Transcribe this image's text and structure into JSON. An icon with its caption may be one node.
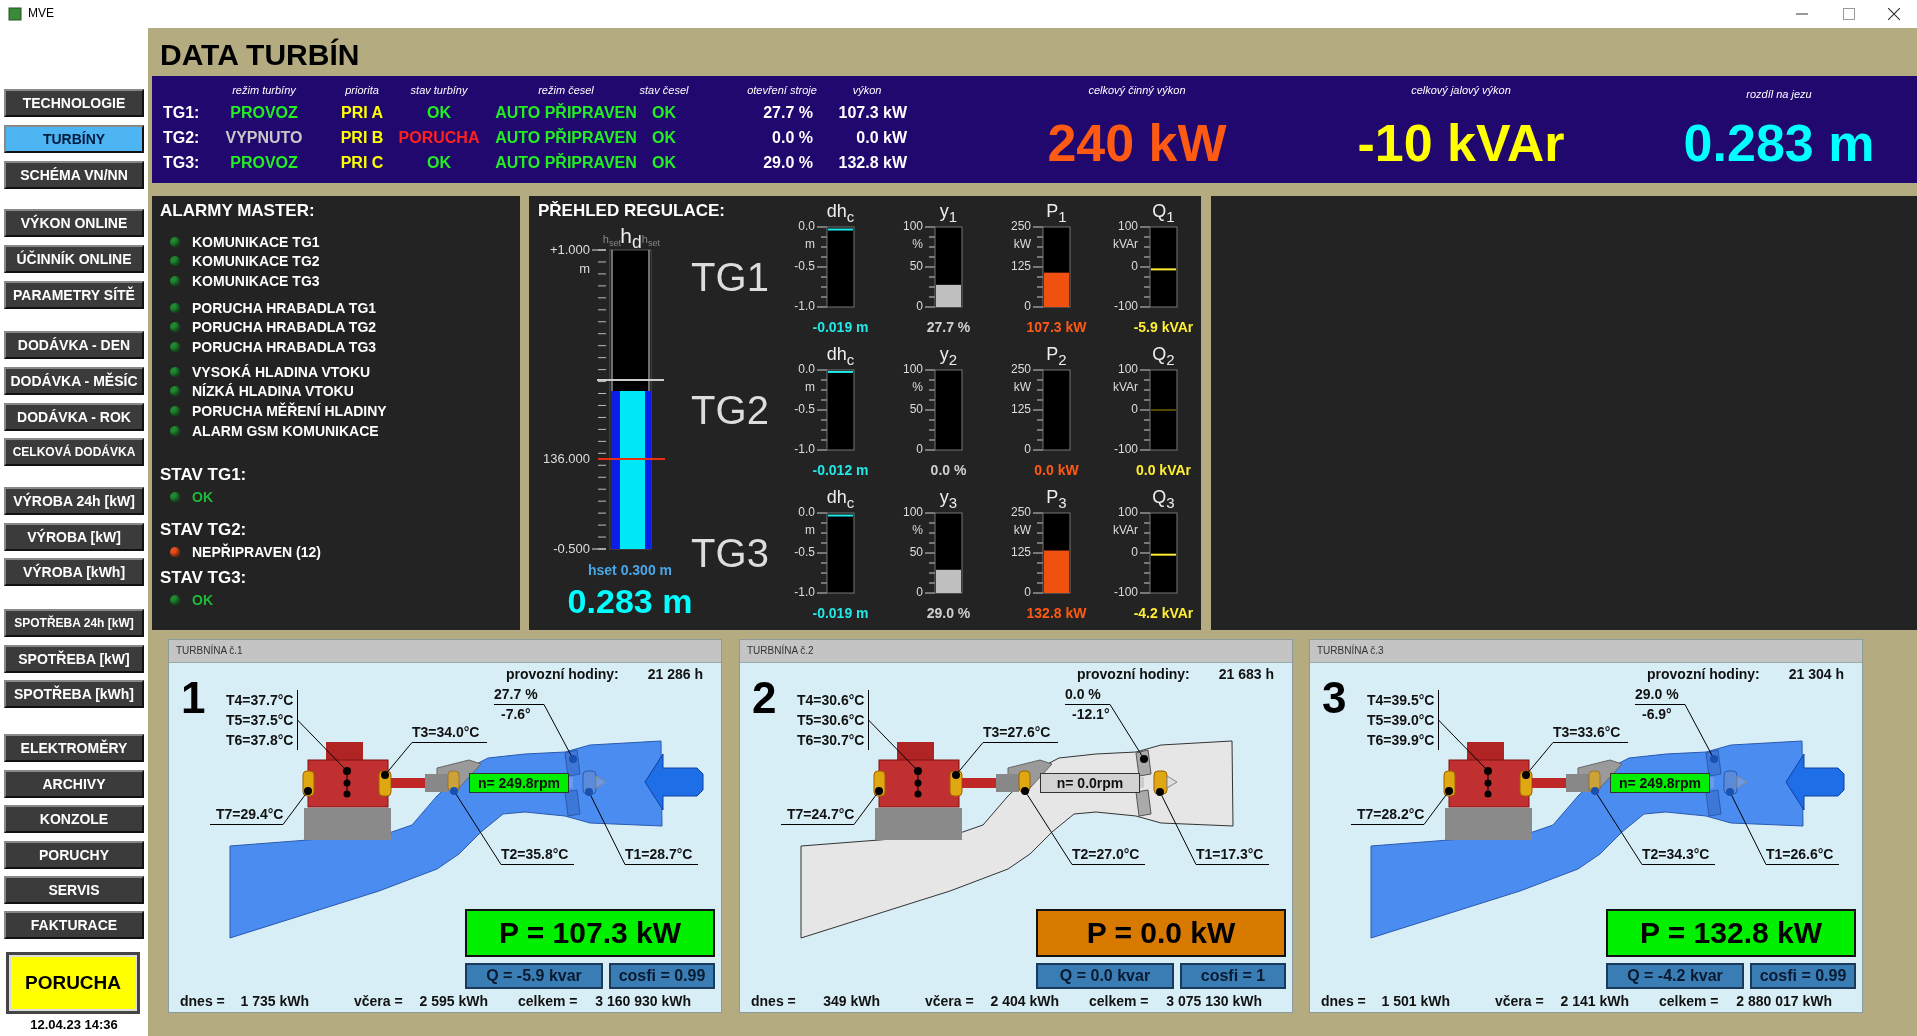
{
  "diagram": {
    "title": "DATA TURBÍN",
    "nodes": [
      {
        "text": [
          "T4=37.7°C",
          "T5=37.5°C",
          "T6=37.8°C"
        ]
      },
      {
        "text": [
          "T3=34.0°C"
        ]
      },
      {
        "text": [
          "T7=29.4°C"
        ]
      },
      {
        "text": [
          "27.7 %",
          "-7.6°"
        ]
      },
      {
        "text": [
          "T2=35.8°C"
        ]
      },
      {
        "text": [
          "T1=28.7°C"
        ]
      },
      {
        "text": [],
        "shape": "circle"
      },
      {
        "text": [],
        "shape": "circle"
      },
      {
        "text": [],
        "shape": "circle"
      },
      {
        "text": [],
        "shape": "circle"
      },
      {
        "text": [],
        "shape": "circle"
      },
      {
        "text": [],
        "shape": "circle"
      },
      {
        "text": [
          "T4=30.6°C",
          "T5=30.6°C",
          "T6=30.7°C"
        ]
      },
      {
        "text": [
          "T3=27.6°C"
        ]
      },
      {
        "text": [
          "T7=24.7°C"
        ]
      },
      {
        "text": [
          "0.0 %",
          "-12.1°"
        ]
      },
      {
        "text": [
          "T2=27.0°C"
        ]
      },
      {
        "text": [
          "T1=17.3°C"
        ]
      },
      {
        "text": [],
        "shape": "circle"
      },
      {
        "text": [],
        "shape": "circle"
      },
      {
        "text": [],
        "shape": "circle"
      },
      {
        "text": [],
        "shape": "circle"
      },
      {
        "text": [],
        "shape": "circle"
      },
      {
        "text": [],
        "shape": "circle"
      },
      {
        "text": [
          "T4=39.5°C",
          "T5=39.0°C",
          "T6=39.9°C"
        ]
      },
      {
        "text": [
          "T3=33.6°C"
        ]
      },
      {
        "text": [
          "T7=28.2°C"
        ]
      },
      {
        "text": [
          "29.0 %",
          "-6.9°"
        ]
      },
      {
        "text": [
          "T2=34.3°C"
        ]
      },
      {
        "text": [
          "T1=26.6°C"
        ]
      },
      {
        "text": [],
        "shape": "circle"
      },
      {
        "text": [],
        "shape": "circle"
      },
      {
        "text": [],
        "shape": "circle"
      },
      {
        "text": [],
        "shape": "circle"
      },
      {
        "text": [],
        "shape": "circle"
      },
      {
        "text": [],
        "shape": "circle"
      }
    ],
    "edges": [
      {
        "from": 0,
        "to": 6,
        "arrow": "none"
      },
      {
        "from": 1,
        "to": 7,
        "arrow": "none"
      },
      {
        "from": 2,
        "to": 8,
        "arrow": "none"
      },
      {
        "from": 3,
        "to": 9,
        "arrow": "none"
      },
      {
        "from": 4,
        "to": 10,
        "arrow": "none"
      },
      {
        "from": 5,
        "to": 11,
        "arrow": "none"
      },
      {
        "from": 12,
        "to": 18,
        "arrow": "none"
      },
      {
        "from": 13,
        "to": 19,
        "arrow": "none"
      },
      {
        "from": 14,
        "to": 20,
        "arrow": "none"
      },
      {
        "from": 15,
        "to": 21,
        "arrow": "none"
      },
      {
        "from": 16,
        "to": 22,
        "arrow": "none"
      },
      {
        "from": 17,
        "to": 23,
        "arrow": "none"
      },
      {
        "from": 24,
        "to": 30,
        "arrow": "none"
      },
      {
        "from": 25,
        "to": 31,
        "arrow": "none"
      },
      {
        "from": 26,
        "to": 32,
        "arrow": "none"
      },
      {
        "from": 27,
        "to": 33,
        "arrow": "none"
      },
      {
        "from": 28,
        "to": 34,
        "arrow": "none"
      },
      {
        "from": 29,
        "to": 35,
        "arrow": "none"
      }
    ],
    "labels": [
      "MVE",
      "TECHNOLOGIE",
      "TURBÍNY",
      "SCHÉMA VN/NN",
      "VÝKON ONLINE",
      "ÚČINNÍK ONLINE",
      "PARAMETRY SÍTĚ",
      "DODÁVKA - DEN",
      "DODÁVKA - MĚSÍC",
      "DODÁVKA - ROK",
      "CELKOVÁ DODÁVKA",
      "VÝROBA 24h [kW]",
      "VÝROBA [kW]",
      "VÝROBA [kWh]",
      "SPOTŘEBA 24h [kW]",
      "SPOTŘEBA [kW]",
      "SPOTŘEBA [kWh]",
      "ELEKTROMĚRY",
      "ARCHIVY",
      "KONZOLE",
      "PORUCHY",
      "SERVIS",
      "FAKTURACE",
      "PORUCHA",
      "12.04.23 14:36",
      "režim turbíny",
      "priorita",
      "stav turbíny",
      "režim česel",
      "stav česel",
      "otevření stroje",
      "výkon",
      "TG1:",
      "PROVOZ",
      "PRI A",
      "OK",
      "AUTO PŘIPRAVEN",
      "OK",
      "27.7 %",
      "107.3 kW",
      "TG2:",
      "VYPNUTO",
      "PRI B",
      "PORUCHA",
      "AUTO PŘIPRAVEN",
      "OK",
      "0.0 %",
      "0.0 kW",
      "TG3:",
      "PROVOZ",
      "PRI C",
      "OK",
      "AUTO PŘIPRAVEN",
      "OK",
      "29.0 %",
      "132.8 kW",
      "celkový činný výkon",
      "240 kW",
      "celkový jalový výkon",
      "-10 kVAr",
      "rozdíl na jezu",
      "0.283 m",
      "ALARMY MASTER:",
      "KOMUNIKACE TG1",
      "KOMUNIKACE TG2",
      "KOMUNIKACE TG3",
      "PORUCHA HRABADLA TG1",
      "PORUCHA HRABADLA TG2",
      "PORUCHA HRABADLA TG3",
      "VYSOKÁ HLADINA VTOKU",
      "NÍZKÁ HLADINA VTOKU",
      "PORUCHA MĚŘENÍ HLADINY",
      "ALARM GSM KOMUNIKACE",
      "STAV TG1:",
      "OK",
      "STAV TG2:",
      "NEPŘIPRAVEN (12)",
      "STAV TG3:",
      "OK",
      "PŘEHLED REGULACE:",
      "h$_{set}$",
      "h$_{d}$",
      "h$_{set}$",
      "+1.000",
      "m",
      "136.000",
      "-0.500",
      "hset 0.300 m",
      "0.283 m",
      "TG1",
      "dh$_{c}$",
      "0.0",
      "m",
      "-0.5",
      "-1.0",
      "-0.019 m",
      "y$_{1}$",
      "100",
      "%",
      "50",
      "0",
      "27.7 %",
      "P$_{1}$",
      "250",
      "kW",
      "125",
      "0",
      "107.3 kW",
      "Q$_{1}$",
      "100",
      "kVAr",
      "0",
      "-100",
      "-5.9 kVAr",
      "TG2",
      "dh$_{c}$",
      "0.0",
      "m",
      "-0.5",
      "-1.0",
      "-0.012 m",
      "y$_{2}$",
      "100",
      "%",
      "50",
      "0",
      "0.0 %",
      "P$_{2}$",
      "250",
      "kW",
      "125",
      "0",
      "0.0 kW",
      "Q$_{2}$",
      "100",
      "kVAr",
      "0",
      "-100",
      "0.0 kVAr",
      "TG3",
      "dh$_{c}$",
      "0.0",
      "m",
      "-0.5",
      "-1.0",
      "-0.019 m",
      "y$_{3}$",
      "100",
      "%",
      "50",
      "0",
      "29.0 %",
      "P$_{3}$",
      "250",
      "kW",
      "125",
      "0",
      "132.8 kW",
      "Q$_{3}$",
      "100",
      "kVAr",
      "0",
      "-100",
      "-4.2 kVAr",
      "TURBNÍNA č.1",
      "1",
      "provozní hodiny:",
      "21 286 h",
      "n= 249.8rpm",
      "P = 107.3 kW",
      "Q = -5.9 kvar",
      "cosfi = 0.99",
      "dnes =",
      "1 735 kWh",
      "včera =",
      "2 595 kWh",
      "celkem =",
      "3 160 930 kWh",
      "TURBNÍNA č.2",
      "2",
      "provozní hodiny:",
      "21 683 h",
      "n= 0.0rpm",
      "P = 0.0 kW",
      "Q = 0.0 kvar",
      "cosfi = 1",
      "dnes =",
      "349 kWh",
      "včera =",
      "2 404 kWh",
      "celkem =",
      "3 075 130 kWh",
      "TURBNÍNA č.3",
      "3",
      "provozní hodiny:",
      "21 304 h",
      "n= 249.8rpm",
      "P = 132.8 kW",
      "Q = -4.2 kvar",
      "cosfi = 0.99",
      "dnes =",
      "1 501 kWh",
      "včera =",
      "2 141 kWh",
      "celkem =",
      "2 880 017 kWh"
    ]
  }
}
